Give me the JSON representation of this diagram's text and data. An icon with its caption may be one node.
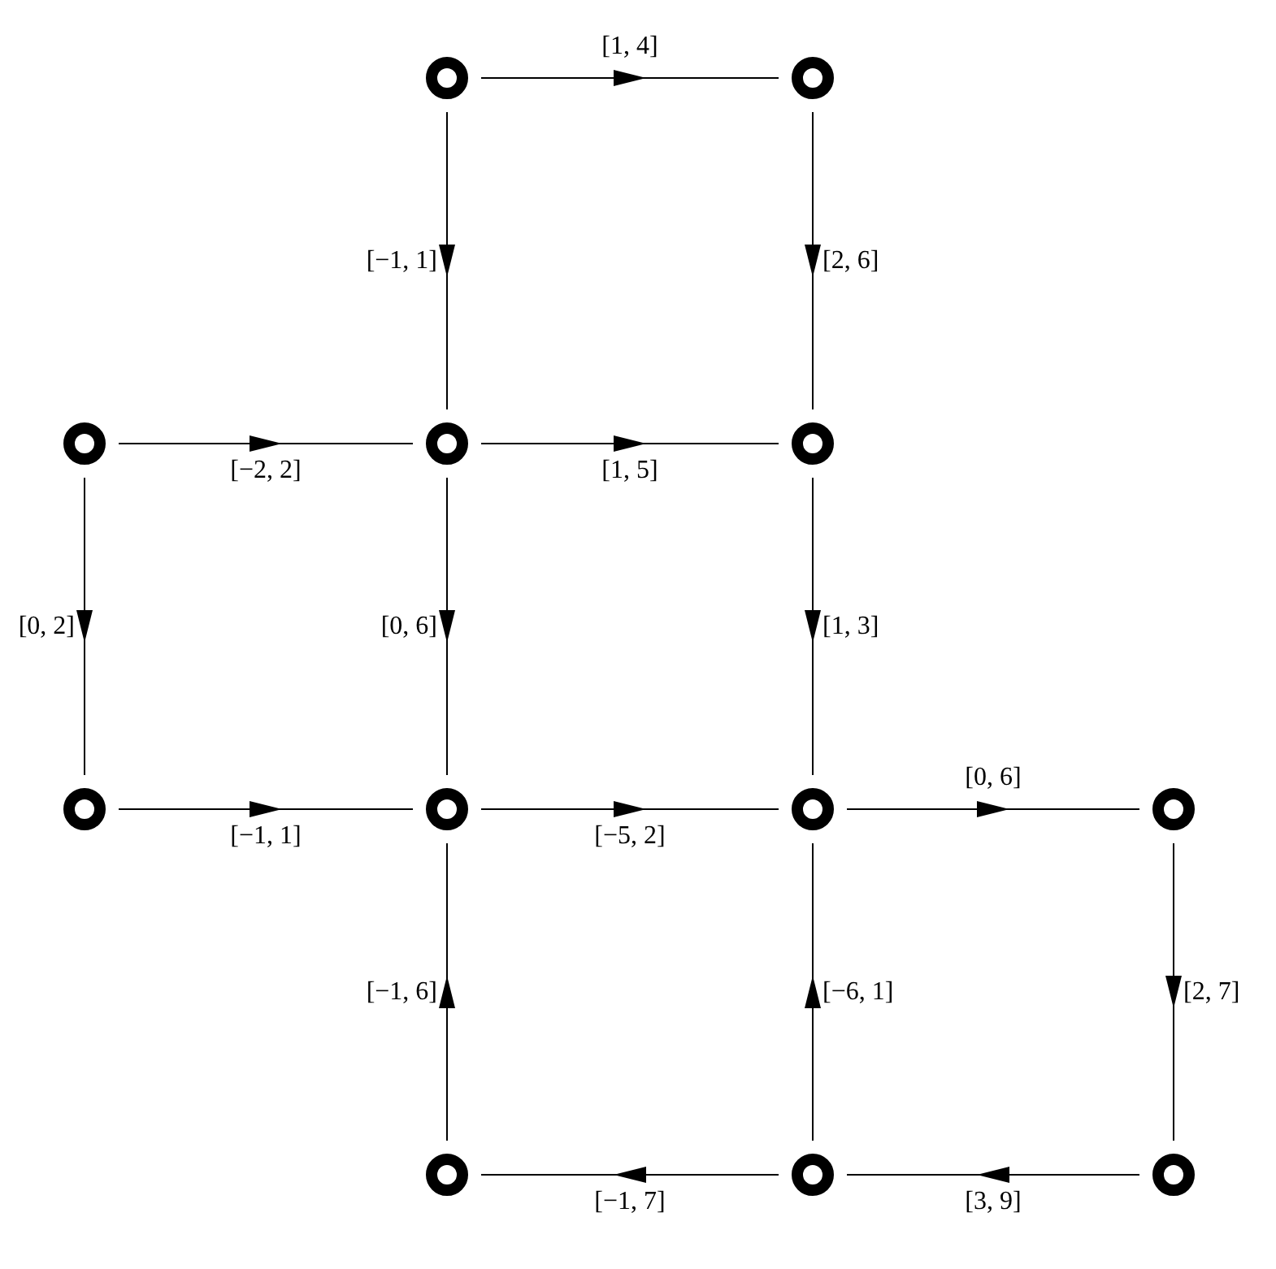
{
  "diagram": {
    "nodes": [
      {
        "text": [],
        "shape": "circle"
      },
      {
        "text": [],
        "shape": "circle"
      },
      {
        "text": [],
        "shape": "circle"
      },
      {
        "text": [],
        "shape": "circle"
      },
      {
        "text": [],
        "shape": "circle"
      },
      {
        "text": [],
        "shape": "circle"
      },
      {
        "text": [],
        "shape": "circle"
      },
      {
        "text": [],
        "shape": "circle"
      },
      {
        "text": [],
        "shape": "circle"
      },
      {
        "text": [],
        "shape": "circle"
      },
      {
        "text": [],
        "shape": "circle"
      },
      {
        "text": [],
        "shape": "circle"
      }
    ],
    "edges": [
      {
        "from": 0,
        "to": 1,
        "arrow": "to",
        "label": "[1, 4]"
      },
      {
        "from": 0,
        "to": 3,
        "arrow": "to",
        "label": "[−1, 1]"
      },
      {
        "from": 1,
        "to": 4,
        "arrow": "to",
        "label": "[2, 6]"
      },
      {
        "from": 2,
        "to": 3,
        "arrow": "to",
        "label": "[−2, 2]"
      },
      {
        "from": 3,
        "to": 4,
        "arrow": "to",
        "label": "[1, 5]"
      },
      {
        "from": 2,
        "to": 5,
        "arrow": "to",
        "label": "[0, 2]"
      },
      {
        "from": 3,
        "to": 6,
        "arrow": "to",
        "label": "[0, 6]"
      },
      {
        "from": 4,
        "to": 7,
        "arrow": "to",
        "label": "[1, 3]"
      },
      {
        "from": 5,
        "to": 6,
        "arrow": "to",
        "label": "[−1, 1]"
      },
      {
        "from": 6,
        "to": 7,
        "arrow": "to",
        "label": "[−5, 2]"
      },
      {
        "from": 7,
        "to": 8,
        "arrow": "to",
        "label": "[0, 6]"
      },
      {
        "from": 8,
        "to": 11,
        "arrow": "to",
        "label": "[2, 7]"
      },
      {
        "from": 11,
        "to": 10,
        "arrow": "to",
        "label": "[3, 9]"
      },
      {
        "from": 10,
        "to": 9,
        "arrow": "to",
        "label": "[−1, 7]"
      },
      {
        "from": 9,
        "to": 6,
        "arrow": "to",
        "label": "[−1, 6]"
      },
      {
        "from": 10,
        "to": 7,
        "arrow": "to",
        "label": "[−6, 1]"
      }
    ]
  }
}
